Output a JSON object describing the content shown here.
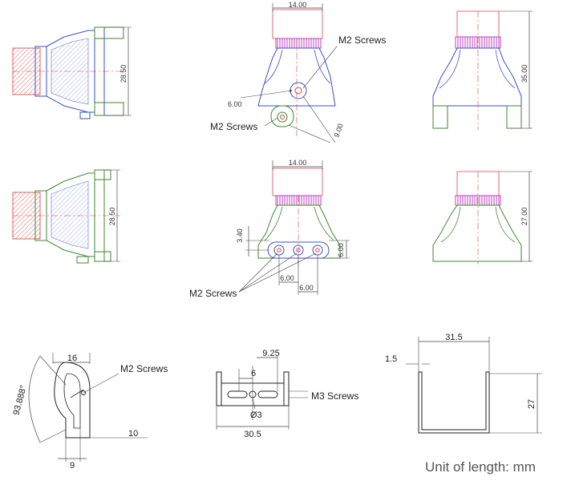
{
  "dims": {
    "top_front_width": "14.00",
    "top_side_height": "28.50",
    "top_right_height": "35.00",
    "screw_offset": "6.00",
    "screw_drop": "9.00",
    "mid_front_width": "14.00",
    "mid_side_height": "28.50",
    "mid_right_height": "27.00",
    "hole_offset": "3.40",
    "plate_height": "6.00",
    "hole_pitch_1": "6.00",
    "hole_pitch_2": "6.00",
    "arm_width": "16",
    "arm_angle": "93.888°",
    "arm_thickness": "10",
    "arm_base": "9",
    "bracket_c": "9.25",
    "bracket_s": "6",
    "bracket_hole": "Ø3",
    "bracket_w": "30.5",
    "u_width": "31.5",
    "u_thick": "1.5",
    "u_height": "27"
  },
  "labels": {
    "m2_top": "M2 Screws",
    "m2_top_side": "M2 Screws",
    "m2_mid": "M2 Screws",
    "m2_arm": "M2 Screws",
    "m3_bracket": "M3 Screws"
  },
  "footer": {
    "unit": "Unit of length: mm"
  },
  "colors": {
    "blue": "#3a4fd0",
    "green": "#3c8a2e",
    "red": "#e04040",
    "pink": "#e07070",
    "magenta": "#c040c0",
    "dark": "#222222"
  }
}
